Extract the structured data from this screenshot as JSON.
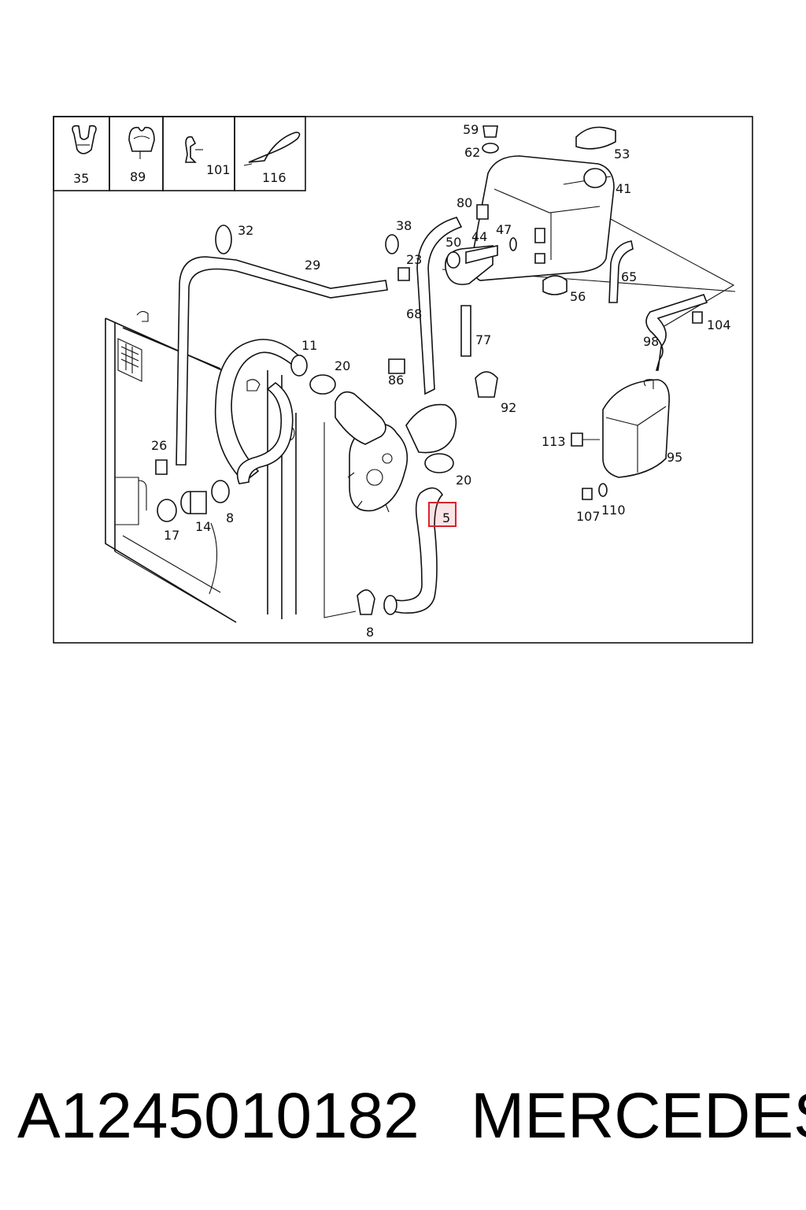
{
  "diagram": {
    "legend_boxes": [
      {
        "label": "35",
        "icon": "hose-clip-icon"
      },
      {
        "label": "89",
        "icon": "double-clip-icon"
      },
      {
        "label": "101",
        "icon": "bracket-clip-icon"
      },
      {
        "label": "116",
        "icon": "cable-tie-icon"
      }
    ],
    "callouts": {
      "c59": "59",
      "c62": "62",
      "c53": "53",
      "c41": "41",
      "c80": "80",
      "c38": "38",
      "c50": "50",
      "c44": "44",
      "c47": "47",
      "c32": "32",
      "c29": "29",
      "c23": "23",
      "c65": "65",
      "c56": "56",
      "c68": "68",
      "c104": "104",
      "c98": "98",
      "c77": "77",
      "c11": "11",
      "c20a": "20",
      "c86": "86",
      "c92": "92",
      "c113": "113",
      "c95": "95",
      "c26": "26",
      "c20b": "20",
      "c5": "5",
      "c107": "107",
      "c110": "110",
      "c17": "17",
      "c14": "14",
      "c8a": "8",
      "c8b": "8"
    },
    "highlighted_callout": "5",
    "highlight_color": "#d9232d"
  },
  "footer": {
    "part_number": "A1245010182",
    "brand": "MERCEDES"
  }
}
